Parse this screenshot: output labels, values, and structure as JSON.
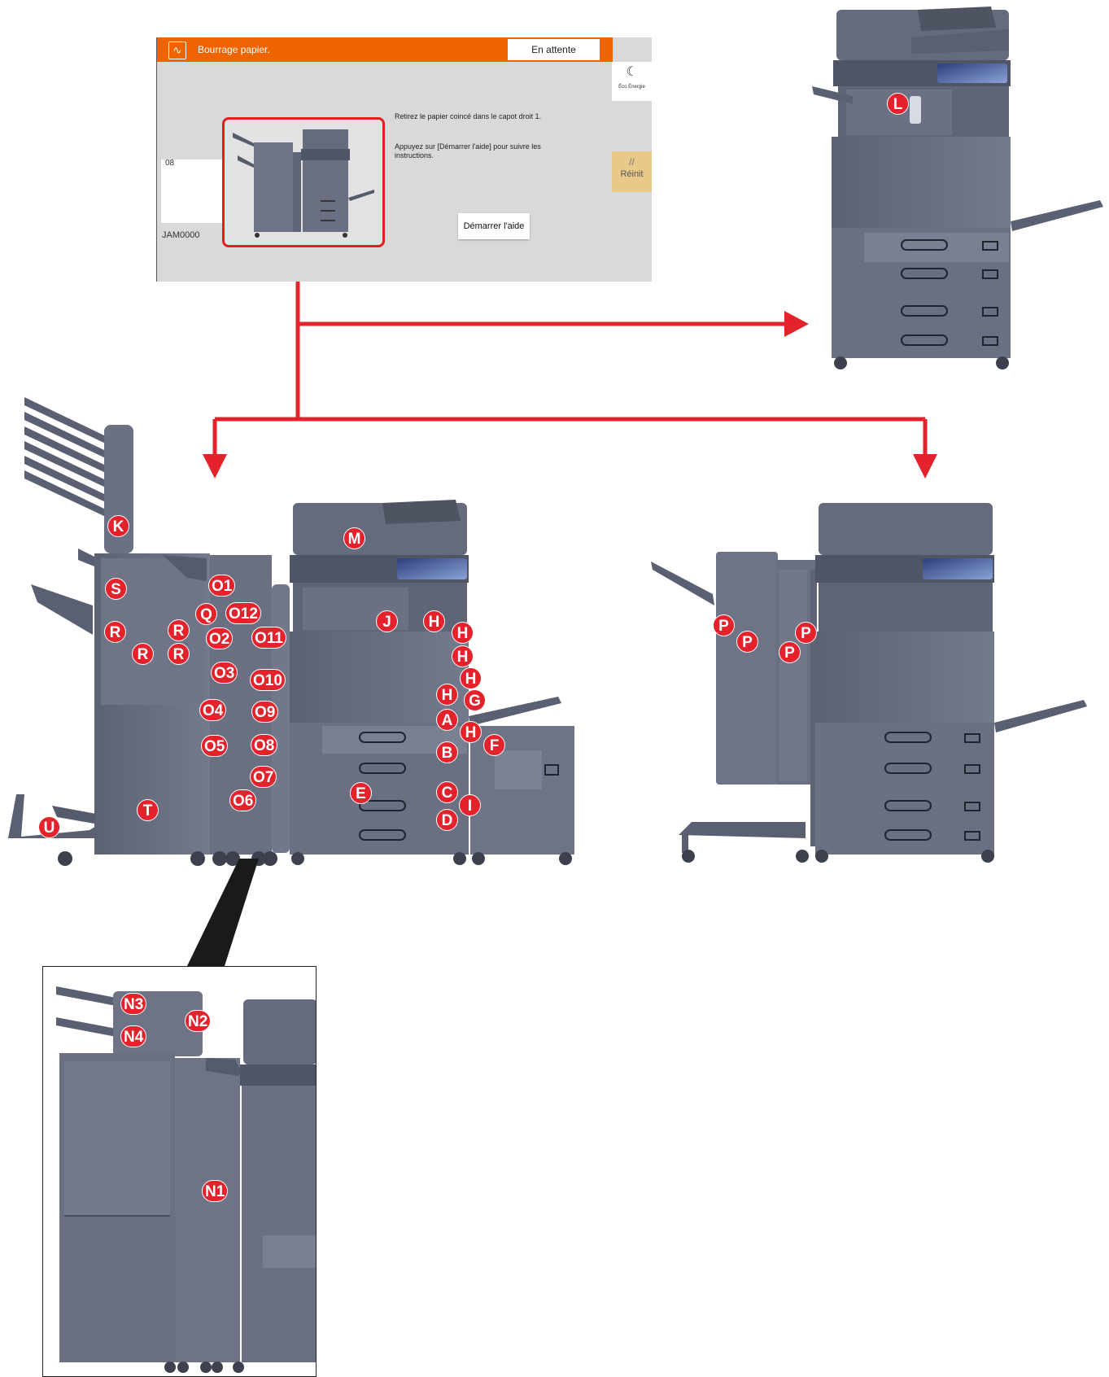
{
  "screen": {
    "title": "Bourrage papier.",
    "status_button": "En attente",
    "eco_label": "Éco Énergie",
    "reset_label": "Réinit",
    "counter": "08",
    "jam_code": "JAM0000",
    "message_line1": "Retirez le papier coincé dans le capot droit 1.",
    "message_line2": "Appuyez sur [Démarrer l'aide] pour suivre les instructions.",
    "help_button": "Démarrer l'aide"
  },
  "labels": {
    "L": "L",
    "K": "K",
    "M": "M",
    "S": "S",
    "R1": "R",
    "R2": "R",
    "R3": "R",
    "R4": "R",
    "Q": "Q",
    "O1": "O1",
    "O12": "O12",
    "O2": "O2",
    "O11": "O11",
    "O3": "O3",
    "O10": "O10",
    "O4": "O4",
    "O9": "O9",
    "O5": "O5",
    "O8": "O8",
    "O7": "O7",
    "O6": "O6",
    "T": "T",
    "U": "U",
    "J": "J",
    "H1": "H",
    "H2": "H",
    "H3": "H",
    "H4": "H",
    "H5": "H",
    "H6": "H",
    "G": "G",
    "A": "A",
    "F": "F",
    "B": "B",
    "E": "E",
    "C": "C",
    "I": "I",
    "D": "D",
    "P1": "P",
    "P2": "P",
    "P3": "P",
    "P4": "P",
    "N1": "N1",
    "N2": "N2",
    "N3": "N3",
    "N4": "N4"
  },
  "colors": {
    "accent": "#e4222b",
    "header": "#f06400",
    "machine": "#6e7485",
    "machine_dark": "#4f5463"
  }
}
